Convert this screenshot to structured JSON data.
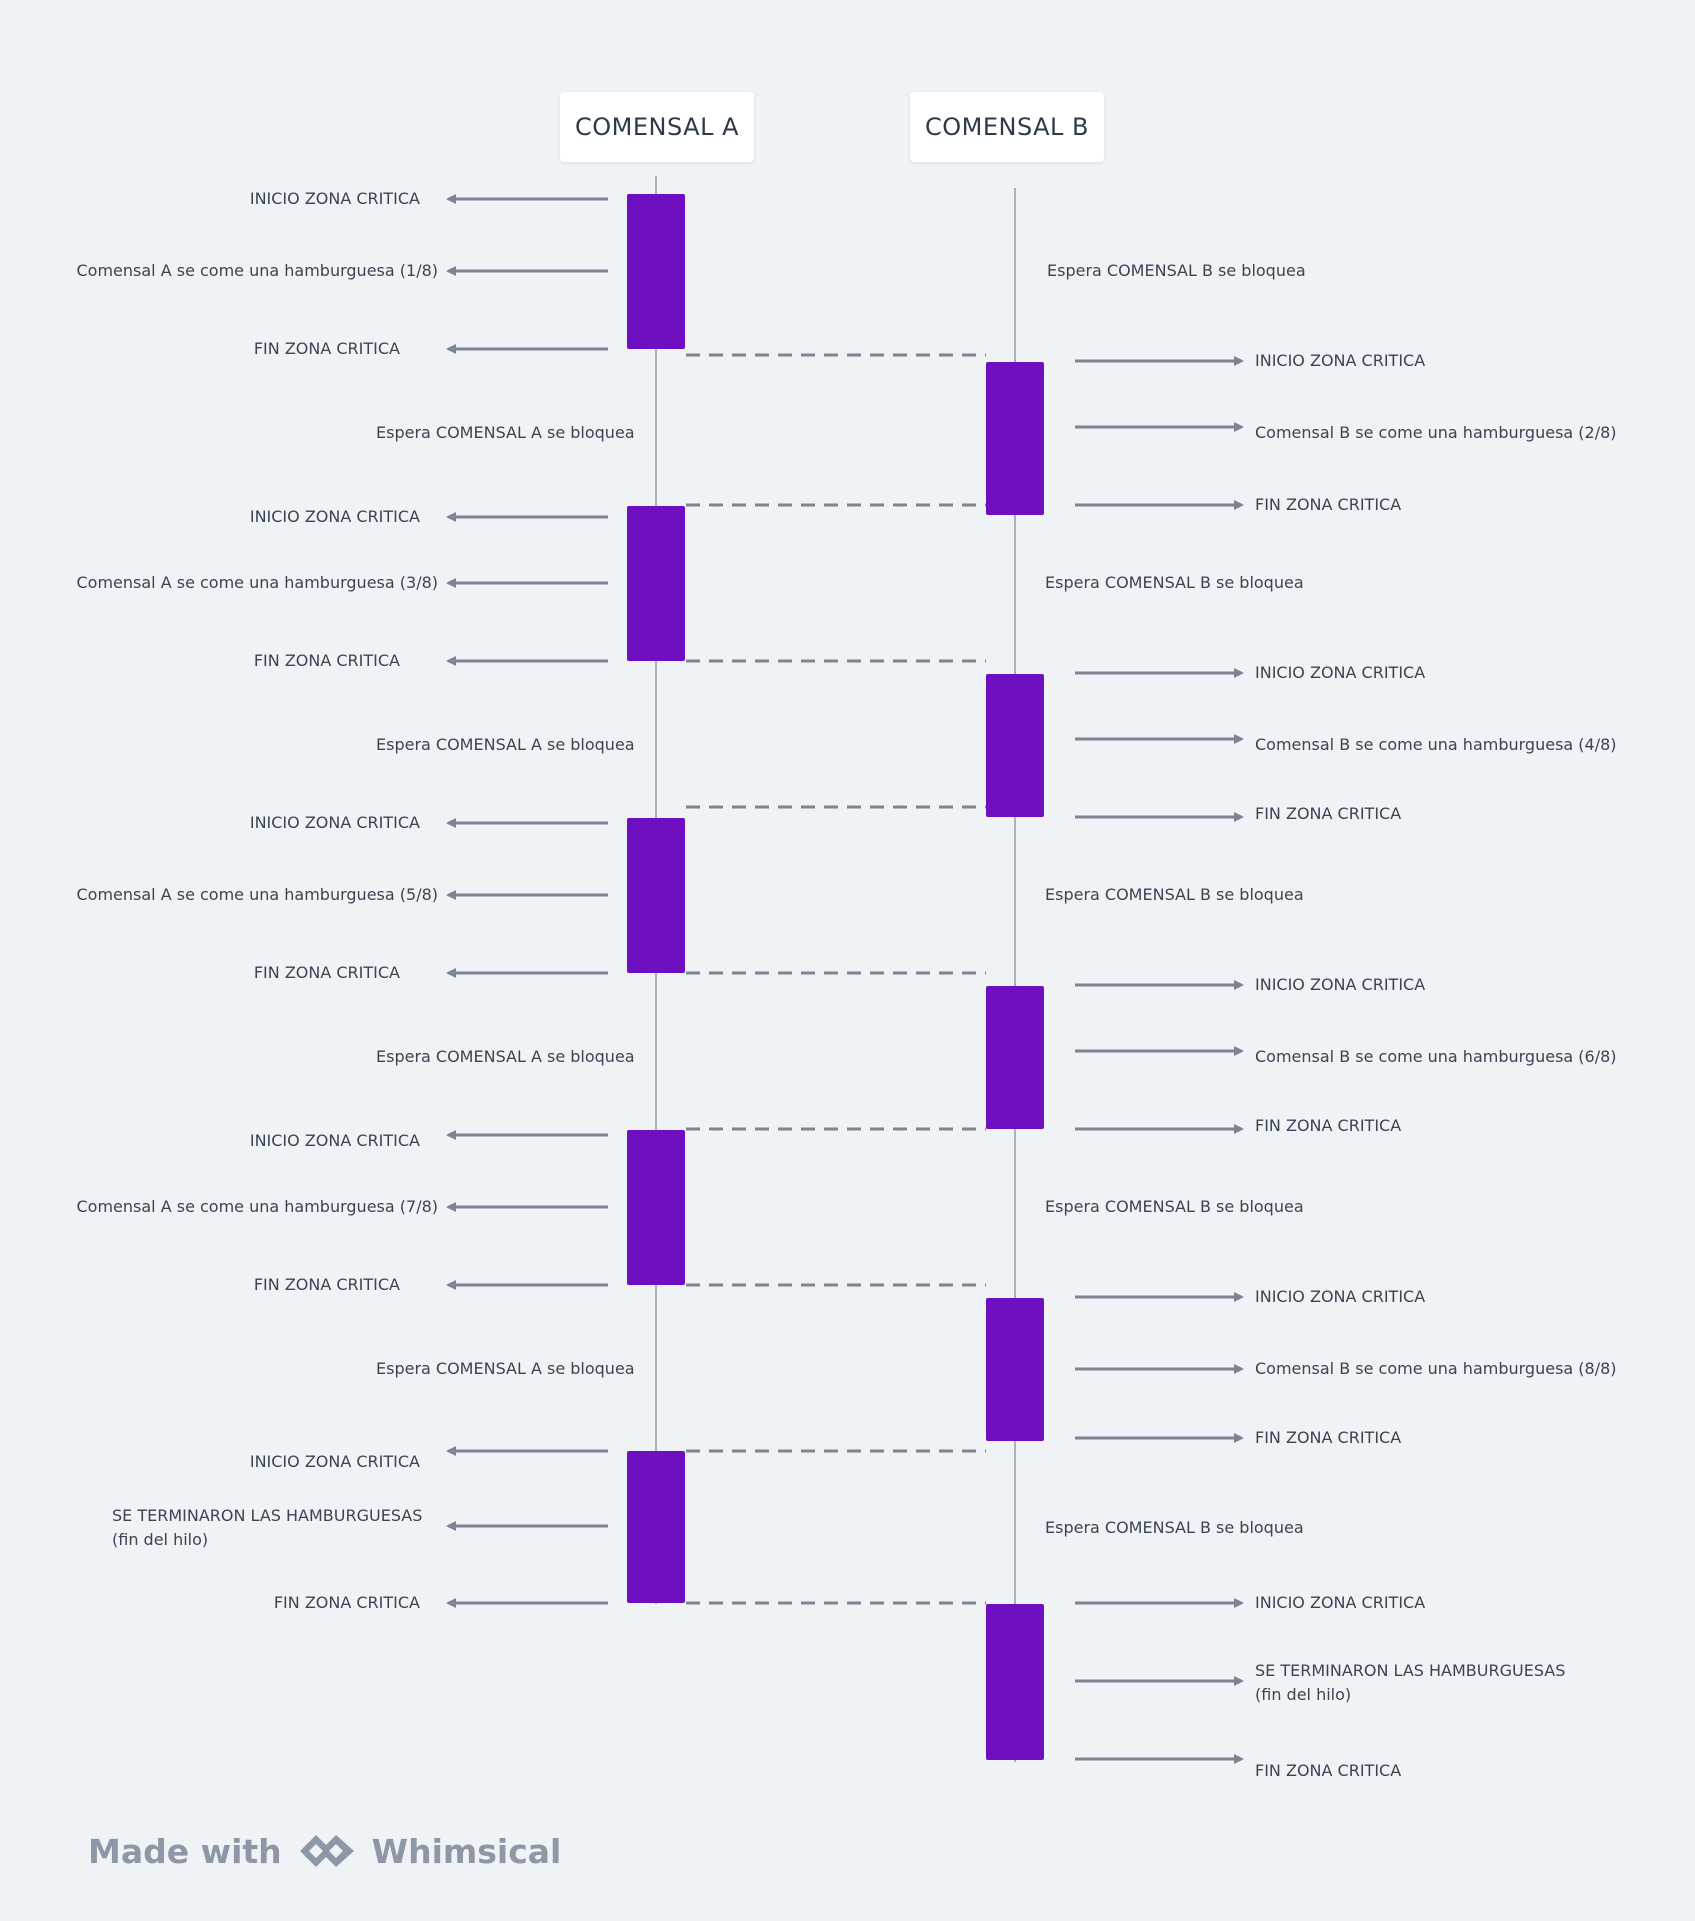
{
  "participants": [
    {
      "id": "A",
      "name": "COMENSAL A"
    },
    {
      "id": "B",
      "name": "COMENSAL B"
    }
  ],
  "colors": {
    "background": "#f0f3f6",
    "activation": "#6f0fc2",
    "arrow": "#7b8593",
    "lifeline": "#a9b1bc",
    "text": "#3a4453"
  },
  "events_a": [
    {
      "text": "INICIO ZONA CRITICA"
    },
    {
      "text": "Comensal A se come una hamburguesa (1/8)"
    },
    {
      "text": "FIN ZONA CRITICA"
    },
    {
      "text": "Espera COMENSAL A se bloquea"
    },
    {
      "text": "INICIO ZONA CRITICA"
    },
    {
      "text": "Comensal A se come una hamburguesa (3/8)"
    },
    {
      "text": "FIN ZONA CRITICA"
    },
    {
      "text": "Espera COMENSAL A se bloquea"
    },
    {
      "text": "INICIO ZONA CRITICA"
    },
    {
      "text": "Comensal A se come una hamburguesa (5/8)"
    },
    {
      "text": "FIN ZONA CRITICA"
    },
    {
      "text": "Espera COMENSAL A se bloquea"
    },
    {
      "text": "INICIO ZONA CRITICA"
    },
    {
      "text": "Comensal A se come una hamburguesa (7/8)"
    },
    {
      "text": "FIN ZONA CRITICA"
    },
    {
      "text": "Espera COMENSAL A se bloquea"
    },
    {
      "text": "INICIO ZONA CRITICA"
    },
    {
      "text": "SE TERMINARON LAS HAMBURGUESAS\n(fin del hilo)"
    },
    {
      "text": "FIN ZONA CRITICA"
    }
  ],
  "events_b": [
    {
      "text": "Espera COMENSAL B se bloquea"
    },
    {
      "text": "INICIO ZONA CRITICA"
    },
    {
      "text": "Comensal B se come una hamburguesa (2/8)"
    },
    {
      "text": "FIN ZONA CRITICA"
    },
    {
      "text": "Espera COMENSAL B se bloquea"
    },
    {
      "text": "INICIO ZONA CRITICA"
    },
    {
      "text": "Comensal B se come una hamburguesa (4/8)"
    },
    {
      "text": "FIN ZONA CRITICA"
    },
    {
      "text": "Espera COMENSAL B se bloquea"
    },
    {
      "text": "INICIO ZONA CRITICA"
    },
    {
      "text": "Comensal B se come una hamburguesa (6/8)"
    },
    {
      "text": "FIN ZONA CRITICA"
    },
    {
      "text": "Espera COMENSAL B se bloquea"
    },
    {
      "text": "INICIO ZONA CRITICA"
    },
    {
      "text": "Comensal B se come una hamburguesa (8/8)"
    },
    {
      "text": "FIN ZONA CRITICA"
    },
    {
      "text": "Espera COMENSAL B se bloquea"
    },
    {
      "text": "INICIO ZONA CRITICA"
    },
    {
      "text": "SE TERMINARON LAS HAMBURGUESAS\n(fin del hilo)"
    },
    {
      "text": "FIN ZONA CRITICA"
    }
  ],
  "footer": {
    "made_with": "Made with",
    "brand": "Whimsical"
  }
}
